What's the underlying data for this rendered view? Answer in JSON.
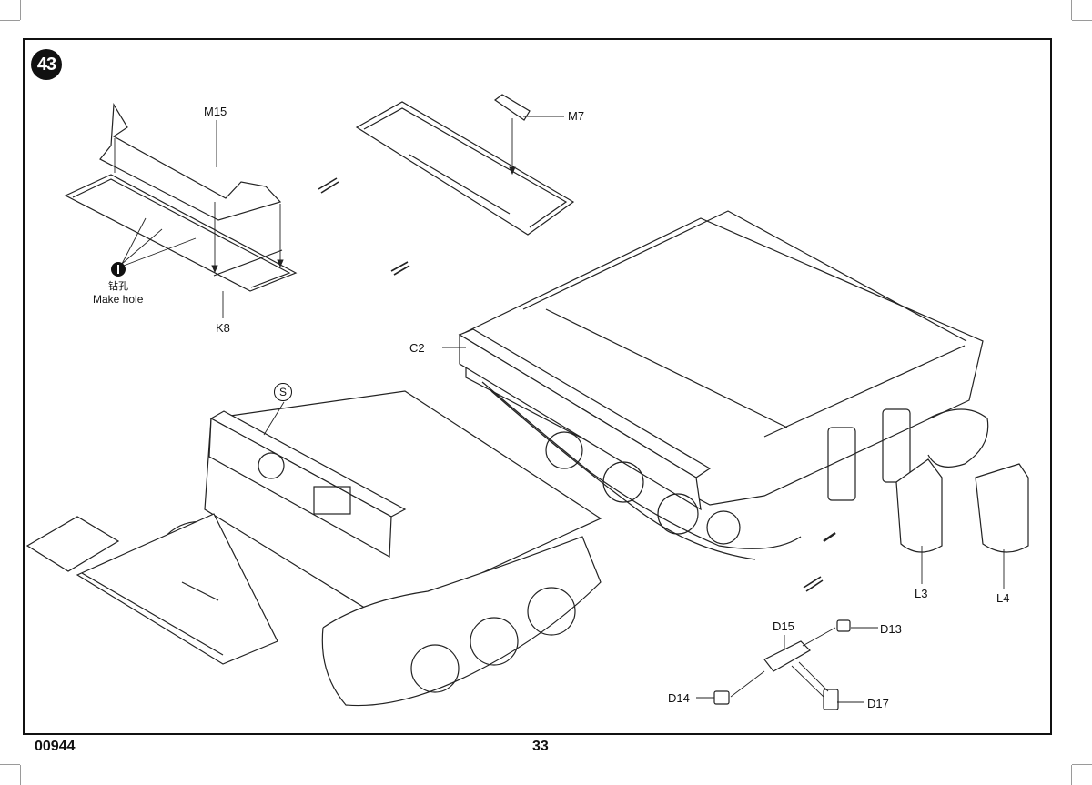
{
  "page": {
    "step_number": "43",
    "kit_number": "00944",
    "page_number": "33"
  },
  "parts": {
    "m15": "M15",
    "m7": "M7",
    "k8": "K8",
    "c2": "C2",
    "l3": "L3",
    "l4": "L4",
    "d13": "D13",
    "d14": "D14",
    "d15": "D15",
    "d17": "D17"
  },
  "instructions": {
    "drill_chinese": "钻孔",
    "drill_english": "Make hole",
    "sub_assembly_symbol": "S"
  }
}
